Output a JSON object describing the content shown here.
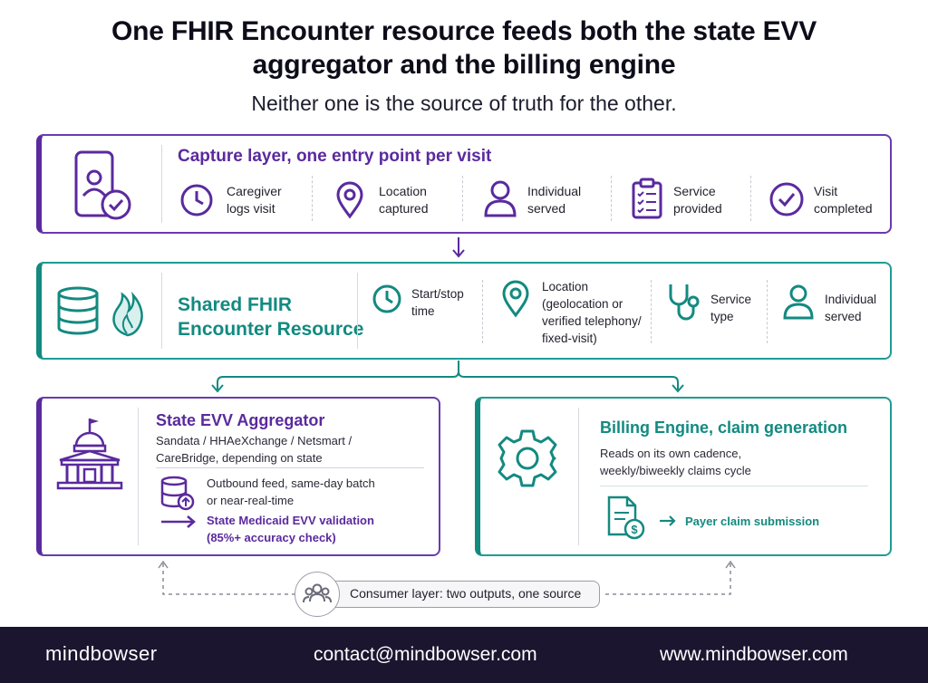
{
  "header": {
    "title_line1": "One FHIR Encounter resource feeds both the state EVV",
    "title_line2": "aggregator and the billing engine",
    "subtitle": "Neither one is the source of truth for the other."
  },
  "capture": {
    "title": "Capture layer, one entry point per visit",
    "steps": [
      {
        "icon": "clock-icon",
        "line1": "Caregiver",
        "line2": "logs visit"
      },
      {
        "icon": "location-pin-icon",
        "line1": "Location",
        "line2": "captured"
      },
      {
        "icon": "person-icon",
        "line1": "Individual",
        "line2": "served"
      },
      {
        "icon": "clipboard-checklist-icon",
        "line1": "Service",
        "line2": "provided"
      },
      {
        "icon": "check-circle-icon",
        "line1": "Visit",
        "line2": "completed"
      }
    ]
  },
  "shared": {
    "title_line1": "Shared FHIR",
    "title_line2": "Encounter Resource",
    "fields": [
      {
        "icon": "clock-icon",
        "lines": [
          "Start/stop",
          "time"
        ]
      },
      {
        "icon": "location-pin-icon",
        "lines": [
          "Location",
          "(geolocation or",
          "verified telephony/",
          "fixed-visit)"
        ]
      },
      {
        "icon": "stethoscope-icon",
        "lines": [
          "Service",
          "type"
        ]
      },
      {
        "icon": "person-icon",
        "lines": [
          "Individual",
          "served"
        ]
      }
    ]
  },
  "state": {
    "title": "State EVV Aggregator",
    "desc_line1": "Sandata / HHAeXchange / Netsmart /",
    "desc_line2": "CareBridge, depending on state",
    "feed_line1": "Outbound feed, same-day batch",
    "feed_line2": "or near-real-time",
    "validation_line1": "State Medicaid EVV validation",
    "validation_line2": "(85%+ accuracy check)"
  },
  "billing": {
    "title": "Billing Engine, claim generation",
    "desc_line1": "Reads on its own cadence,",
    "desc_line2": "weekly/biweekly claims cycle",
    "claim": "Payer claim submission"
  },
  "consumer": {
    "label": "Consumer layer: two outputs, one source"
  },
  "footer": {
    "logo": "mindbowser",
    "email": "contact@mindbowser.com",
    "website": "www.mindbowser.com"
  },
  "colors": {
    "purple": "#5a2a9e",
    "teal": "#138a80",
    "footer_bg": "#1c1530"
  }
}
